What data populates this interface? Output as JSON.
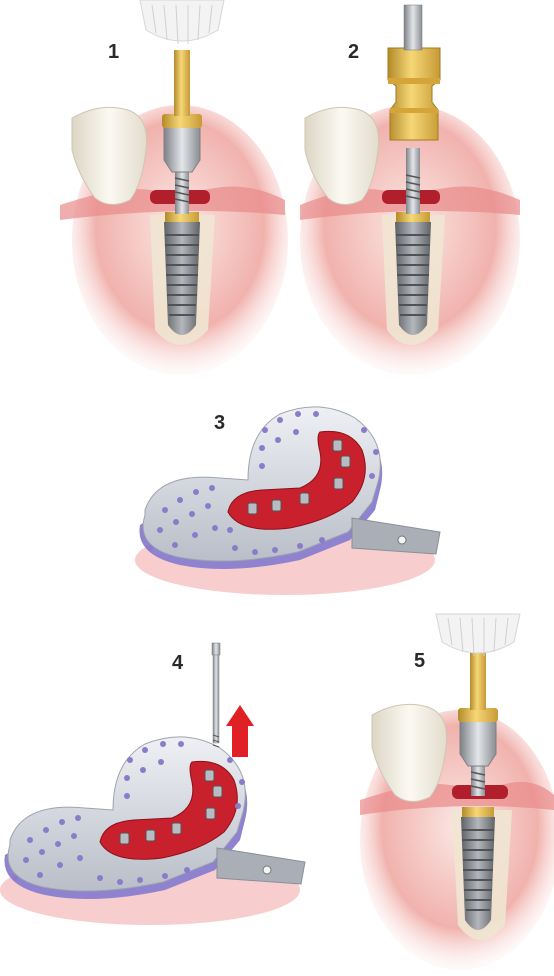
{
  "steps": [
    {
      "number": "1",
      "scene": "transfer-screw-on-implant-with-screwdriver"
    },
    {
      "number": "2",
      "scene": "open-tray-transfer-coping-on-implant"
    },
    {
      "number": "3",
      "scene": "impression-tray-with-copings"
    },
    {
      "number": "4",
      "scene": "tray-removal-with-screw-pulled-up"
    },
    {
      "number": "5",
      "scene": "implant-with-healing-driver"
    }
  ],
  "colors": {
    "gingiva": "#e8a0a0",
    "gum_deep": "#c0303a",
    "bone": "#efe6d2",
    "implant": "#8d9094",
    "gold": "#e6b84a",
    "tray": "#d9dde4",
    "tray_dots": "#8a7cc8",
    "impression_red": "#c8202c",
    "arrow_red": "#e02026",
    "tooth": "#f5f1e6"
  }
}
